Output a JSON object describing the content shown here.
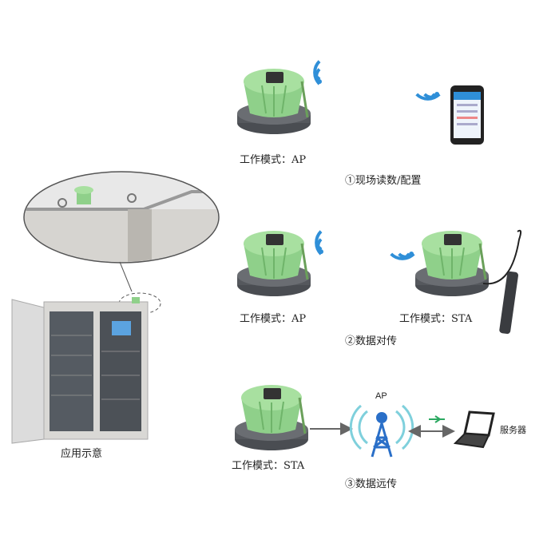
{
  "colors": {
    "device_green": "#8fd08a",
    "device_base": "#4a4d52",
    "wifi_blue": "#2f8fd8",
    "tower_blue": "#2a6fc8",
    "arrow_green": "#2aa860",
    "arrow_gray": "#666666"
  },
  "scenario1": {
    "device_label": "工作模式：AP",
    "caption": "①现场读数/配置"
  },
  "scenario2": {
    "device_ap_label": "工作模式：AP",
    "device_sta_label": "工作模式：STA",
    "caption": "②数据对传"
  },
  "scenario3": {
    "device_label": "工作模式：STA",
    "ap_label": "AP",
    "server_label": "服务器",
    "caption": "③数据远传"
  },
  "application": {
    "caption": "应用示意"
  }
}
